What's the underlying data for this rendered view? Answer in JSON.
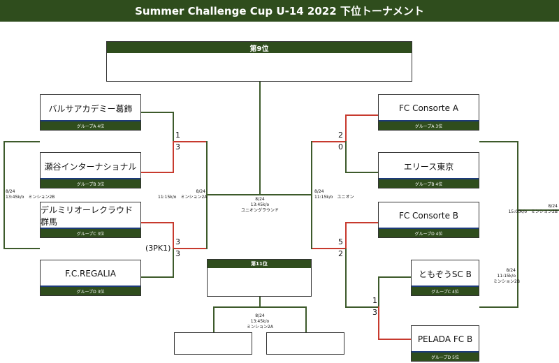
{
  "header": {
    "title": "Summer Challenge Cup U-14 2022 下位トーナメント"
  },
  "final9": {
    "title": "第9位"
  },
  "final11": {
    "title": "第11位"
  },
  "teams": {
    "t1": {
      "name": "バルサアカデミー葛飾",
      "group": "グループA 4位"
    },
    "t2": {
      "name": "瀬谷インターナショナル",
      "group": "グループB 3位"
    },
    "t3": {
      "name": "デルミリオーレクラウド群馬",
      "group": "グループC 3位"
    },
    "t4": {
      "name": "F.C.REGALIA",
      "group": "グループD 3位"
    },
    "t5": {
      "name": "FC Consorte A",
      "group": "グループA 3位"
    },
    "t6": {
      "name": "エリース東京",
      "group": "グループB 4位"
    },
    "t7": {
      "name": "FC Consorte B",
      "group": "グループD 4位"
    },
    "t8": {
      "name": "ともぞうSC B",
      "group": "グループC 4位"
    },
    "t9": {
      "name": "PELADA FC B",
      "group": "グループD 5位"
    }
  },
  "scores": {
    "s1": "1",
    "s2": "3",
    "s3": "3",
    "s4": "3",
    "pk": "(3PK1)",
    "s5": "2",
    "s6": "0",
    "s7": "5",
    "s8": "2",
    "s9": "1",
    "s10": "3"
  },
  "matches": {
    "left_outer": [
      "8/24",
      "13:45k/o　ミンション2B"
    ],
    "left_semi": [
      "8/24",
      "11:15k/o　ミンション2A"
    ],
    "center": [
      "8/24",
      "13:45k/o",
      "ユニオングラウンド"
    ],
    "right_semi": [
      "8/24",
      "11:15k/o　ユニオン"
    ],
    "right_outer": [
      "8/24",
      "15:00k/o　ミンション2B"
    ],
    "right_first": [
      "8/24",
      "11:15k/o",
      "ミンション2B"
    ],
    "bottom": [
      "8/24",
      "13:45k/o",
      "ミンション2A"
    ]
  }
}
